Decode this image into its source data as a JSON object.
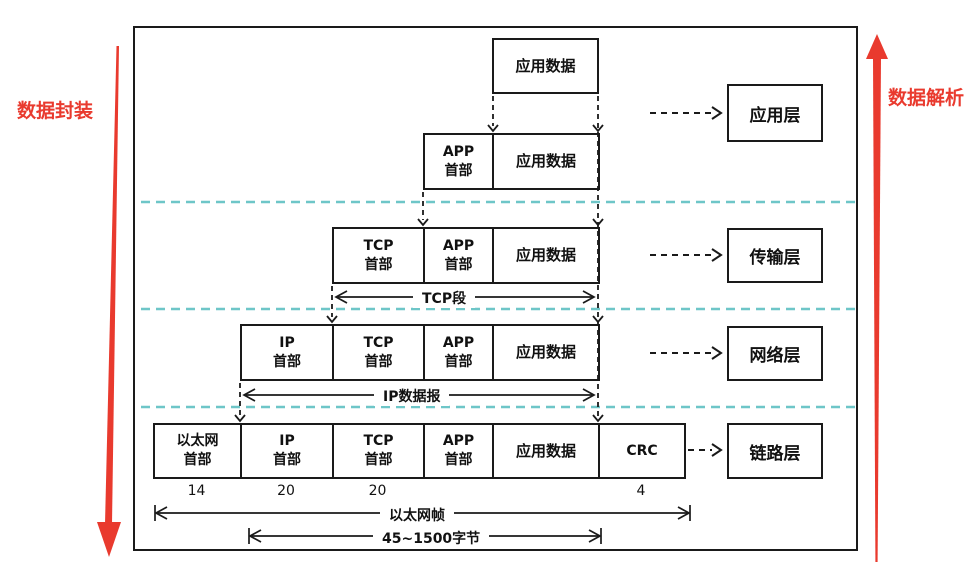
{
  "side_labels": {
    "encapsulation": "数据封装",
    "parsing": "数据解析"
  },
  "colors": {
    "accent_red": "#E93A2E",
    "separator_teal": "#6EC6C8",
    "line_black": "#1A1A1A"
  },
  "stack": {
    "row_app_data": {
      "cells": [
        {
          "text": "应用数据"
        }
      ]
    },
    "row_app": {
      "cells": [
        {
          "top": "APP",
          "bottom": "首部"
        },
        {
          "text": "应用数据"
        }
      ]
    },
    "row_tcp": {
      "cells": [
        {
          "top": "TCP",
          "bottom": "首部"
        },
        {
          "top": "APP",
          "bottom": "首部"
        },
        {
          "text": "应用数据"
        }
      ]
    },
    "row_ip": {
      "cells": [
        {
          "top": "IP",
          "bottom": "首部"
        },
        {
          "top": "TCP",
          "bottom": "首部"
        },
        {
          "top": "APP",
          "bottom": "首部"
        },
        {
          "text": "应用数据"
        }
      ]
    },
    "row_ethernet": {
      "cells": [
        {
          "top": "以太网",
          "bottom": "首部"
        },
        {
          "top": "IP",
          "bottom": "首部"
        },
        {
          "top": "TCP",
          "bottom": "首部"
        },
        {
          "top": "APP",
          "bottom": "首部"
        },
        {
          "text": "应用数据"
        },
        {
          "text": "CRC"
        }
      ]
    }
  },
  "measures": {
    "tcp_segment": "TCP段",
    "ip_datagram": "IP数据报",
    "ethernet_frame": "以太网帧",
    "byte_range": "45~1500字节"
  },
  "byte_counts": {
    "ethernet_header": "14",
    "ip_header": "20",
    "tcp_header": "20",
    "crc": "4"
  },
  "layers": {
    "application": "应用层",
    "transport": "传输层",
    "network": "网络层",
    "link": "链路层"
  }
}
